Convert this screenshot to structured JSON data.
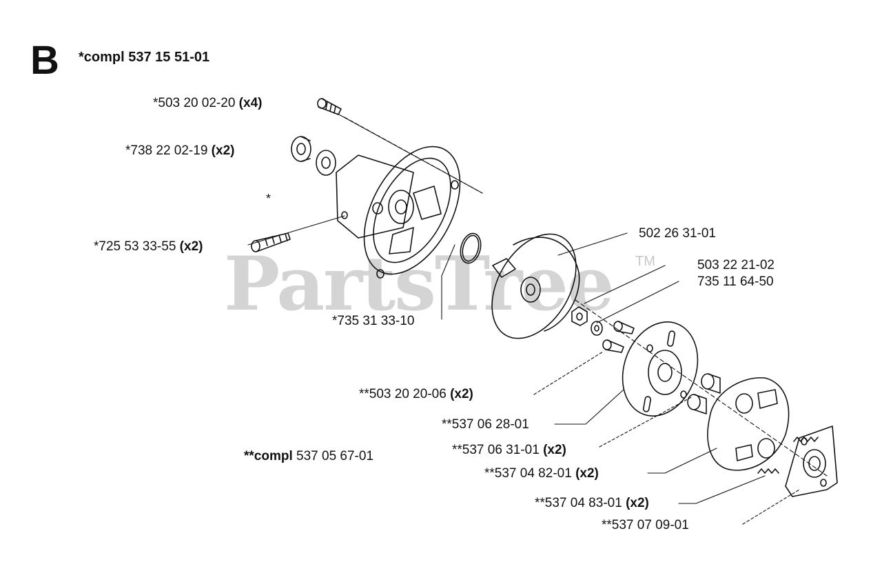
{
  "section_letter": "B",
  "assembly_title": "*compl 537 15 51-01",
  "watermark": "PartsTree",
  "trademark": "TM",
  "asterisk_marker": "*",
  "labels": {
    "bolt_top": {
      "part": "*503 20 02-20",
      "qty": "(x4)"
    },
    "bearing": {
      "part": "*738 22 02-19",
      "qty": "(x2)"
    },
    "bolt_left": {
      "part": "*725 53 33-55",
      "qty": "(x2)"
    },
    "circlip": {
      "part": "*735 31 33-10",
      "qty": ""
    },
    "drum": {
      "part": "502 26 31-01",
      "qty": ""
    },
    "nut": {
      "part": "503 22 21-02",
      "qty": ""
    },
    "washer": {
      "part": "735 11 64-50",
      "qty": ""
    },
    "screw": {
      "part": "**503 20 20-06",
      "qty": "(x2)"
    },
    "plate": {
      "part": "**537 06 28-01",
      "qty": ""
    },
    "bushing": {
      "part": "**537 06 31-01",
      "qty": "(x2)"
    },
    "shoe": {
      "part": "**537 04 82-01",
      "qty": "(x2)"
    },
    "spring": {
      "part": "**537 04 83-01",
      "qty": "(x2)"
    },
    "hub": {
      "part": "**537 07 09-01",
      "qty": ""
    },
    "clutch_compl": {
      "prefix": "**compl",
      "part": "537 05 67-01"
    }
  }
}
